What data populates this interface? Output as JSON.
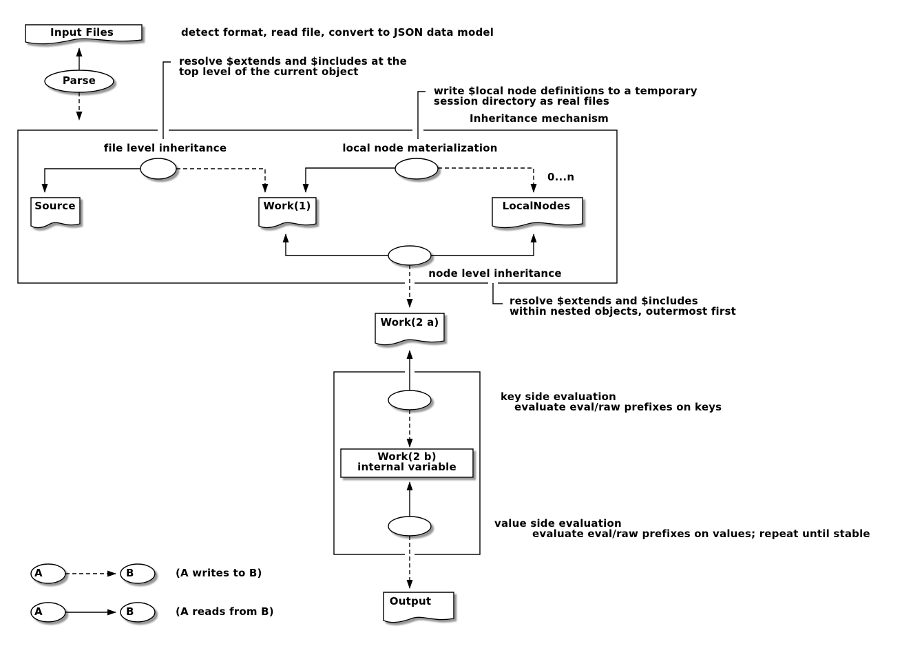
{
  "nodes": {
    "input_files": "Input Files",
    "parse": "Parse",
    "source": "Source",
    "work1": "Work(1)",
    "local_nodes": "LocalNodes",
    "work2a": "Work(2 a)",
    "work2b_title": "Work(2 b)",
    "work2b_subtitle": "internal variable",
    "output": "Output"
  },
  "process_labels": {
    "file_level": "file level inheritance",
    "local_node": "local node materialization",
    "node_level": "node level inheritance"
  },
  "containers": {
    "inheritance_box_label": "Inheritance mechanism"
  },
  "annotations": {
    "parse_note": "detect format, read file, convert to JSON data model",
    "file_level_note_line1": "resolve $extends and $includes at the",
    "file_level_note_line2": "top level of the current object",
    "local_node_note_line1": "write $local node definitions to a temporary",
    "local_node_note_line2": "session directory as real files",
    "node_level_note_line1": "resolve $extends and $includes",
    "node_level_note_line2": "within nested objects, outermost first",
    "key_side_title": "key side evaluation",
    "key_side_detail": "evaluate eval/raw prefixes on keys",
    "value_side_title": "value side evaluation",
    "value_side_detail": "evaluate eval/raw prefixes on values; repeat until stable",
    "multiplicity": "0...n"
  },
  "legend": {
    "writes": {
      "from": "A",
      "to": "B",
      "caption": "(A writes to B)"
    },
    "reads": {
      "from": "A",
      "to": "B",
      "caption": "(A reads from B)"
    }
  },
  "colors": {
    "line": "#000000",
    "fill": "#ffffff",
    "shadow": "#8c8c8c",
    "background": "#ffffff"
  }
}
